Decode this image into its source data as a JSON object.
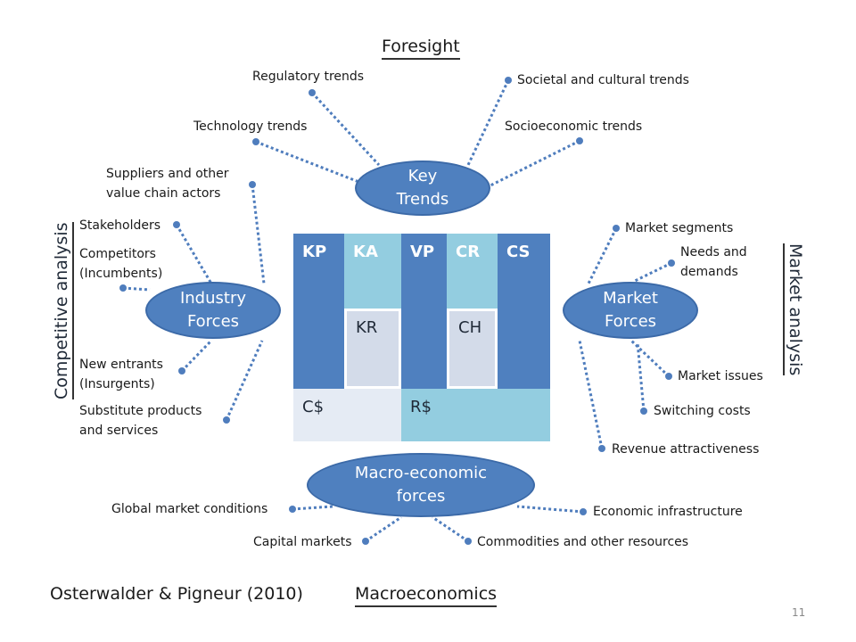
{
  "title": "Foresight",
  "trends": {
    "label": "Key Trends",
    "items": [
      "Regulatory trends",
      "Technology trends",
      "Societal and cultural trends",
      "Socioeconomic trends"
    ]
  },
  "industry": {
    "label": "Industry Forces",
    "side_title": "Competitive analysis",
    "items": [
      "Suppliers and other value chain actors",
      "Stakeholders",
      "Competitors (Incumbents)",
      "New entrants (Insurgents)",
      "Substitute products and services"
    ]
  },
  "market": {
    "label": "Market Forces",
    "side_title": "Market analysis",
    "items": [
      "Market segments",
      "Needs and demands",
      "Market issues",
      "Switching costs",
      "Revenue attractiveness"
    ]
  },
  "macro": {
    "label": "Macro-economic forces",
    "items": [
      "Global market conditions",
      "Economic infrastructure",
      "Capital markets",
      "Commodities and other resources"
    ]
  },
  "canvas": {
    "kp": "KP",
    "ka": "KA",
    "vp": "VP",
    "cr": "CR",
    "cs": "CS",
    "kr": "KR",
    "ch": "CH",
    "cost": "C$",
    "revenue": "R$"
  },
  "footer": {
    "citation": "Osterwalder & Pigneur (2010)",
    "macro_title": "Macroeconomics",
    "page_number": "11"
  },
  "colors": {
    "dark_blue": "#4f80bf",
    "light_blue": "#93cde0",
    "line_blue": "#4f7dbd"
  }
}
